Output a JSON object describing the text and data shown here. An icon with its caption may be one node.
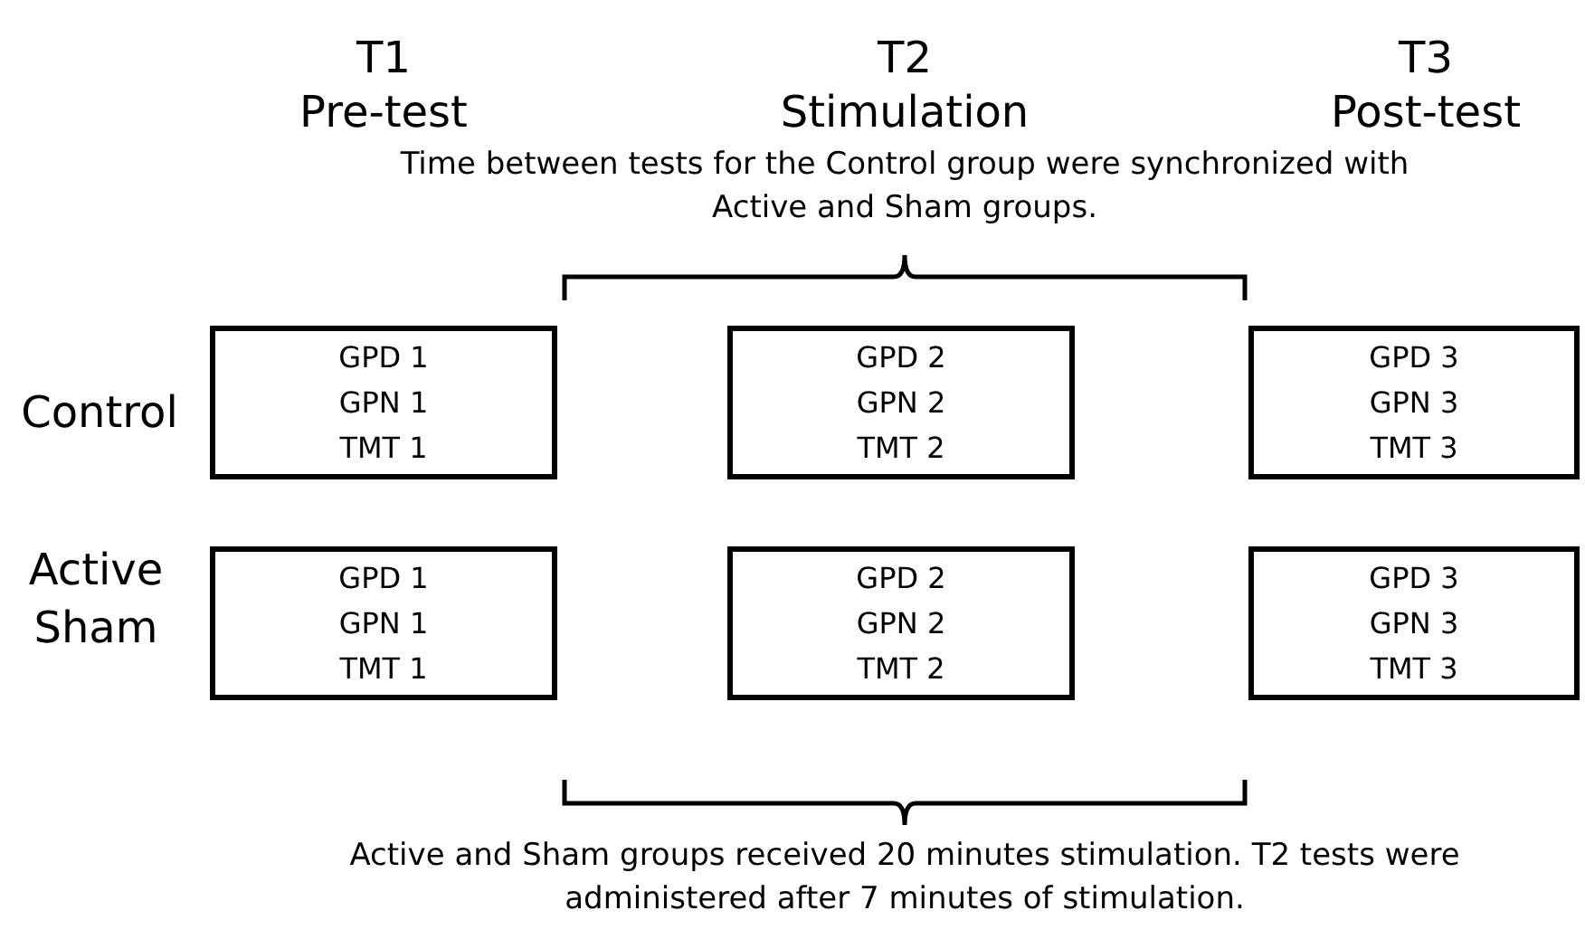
{
  "diagram": {
    "nodes": [
      {
        "text": [
          "GPD 1",
          "GPN 1",
          "TMT 1"
        ]
      },
      {
        "text": [
          "GPD 2",
          "GPN 2",
          "TMT 2"
        ]
      },
      {
        "text": [
          "GPD 3",
          "GPN 3",
          "TMT 3"
        ]
      },
      {
        "text": [
          "GPD 1",
          "GPN 1",
          "TMT 1"
        ]
      },
      {
        "text": [
          "GPD 2",
          "GPN 2",
          "TMT 2"
        ]
      },
      {
        "text": [
          "GPD 3",
          "GPN 3",
          "TMT 3"
        ]
      }
    ],
    "labels": [
      "T1",
      "Pre-test",
      "T2",
      "Stimulation",
      "T3",
      "Post-test",
      "Time between tests for the Control group were synchronized with Active and Sham groups.",
      "Control",
      "Active",
      "Sham",
      "Active and Sham groups received 20 minutes stimulation. T2 tests were administered after 7 minutes of stimulation."
    ]
  }
}
